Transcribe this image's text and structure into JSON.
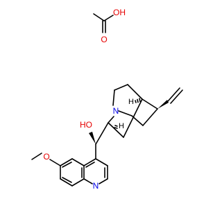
{
  "molecule": {
    "atoms": {
      "acetic_oxygen_carbonyl": {
        "symbol": "O",
        "color": "#e60000"
      },
      "acetic_oxygen_hydroxyl": {
        "symbol": "OH",
        "color": "#e60000"
      },
      "methanol_hydroxyl": {
        "symbol": "HO",
        "color": "#e60000"
      },
      "methoxy_oxygen": {
        "symbol": "O",
        "color": "#e60000"
      },
      "quinuclidine_nitrogen": {
        "symbol": "N",
        "color": "#0000e6"
      },
      "quinoline_nitrogen": {
        "symbol": "N",
        "color": "#0000e6"
      },
      "stereo_h_upper": {
        "symbol": "H",
        "color": "#000000"
      },
      "stereo_h_lower": {
        "symbol": "H",
        "color": "#000000"
      }
    },
    "colors": {
      "carbon_bonds": "#000000",
      "oxygen": "#e60000",
      "nitrogen": "#0000e6",
      "background": "#ffffff"
    }
  }
}
